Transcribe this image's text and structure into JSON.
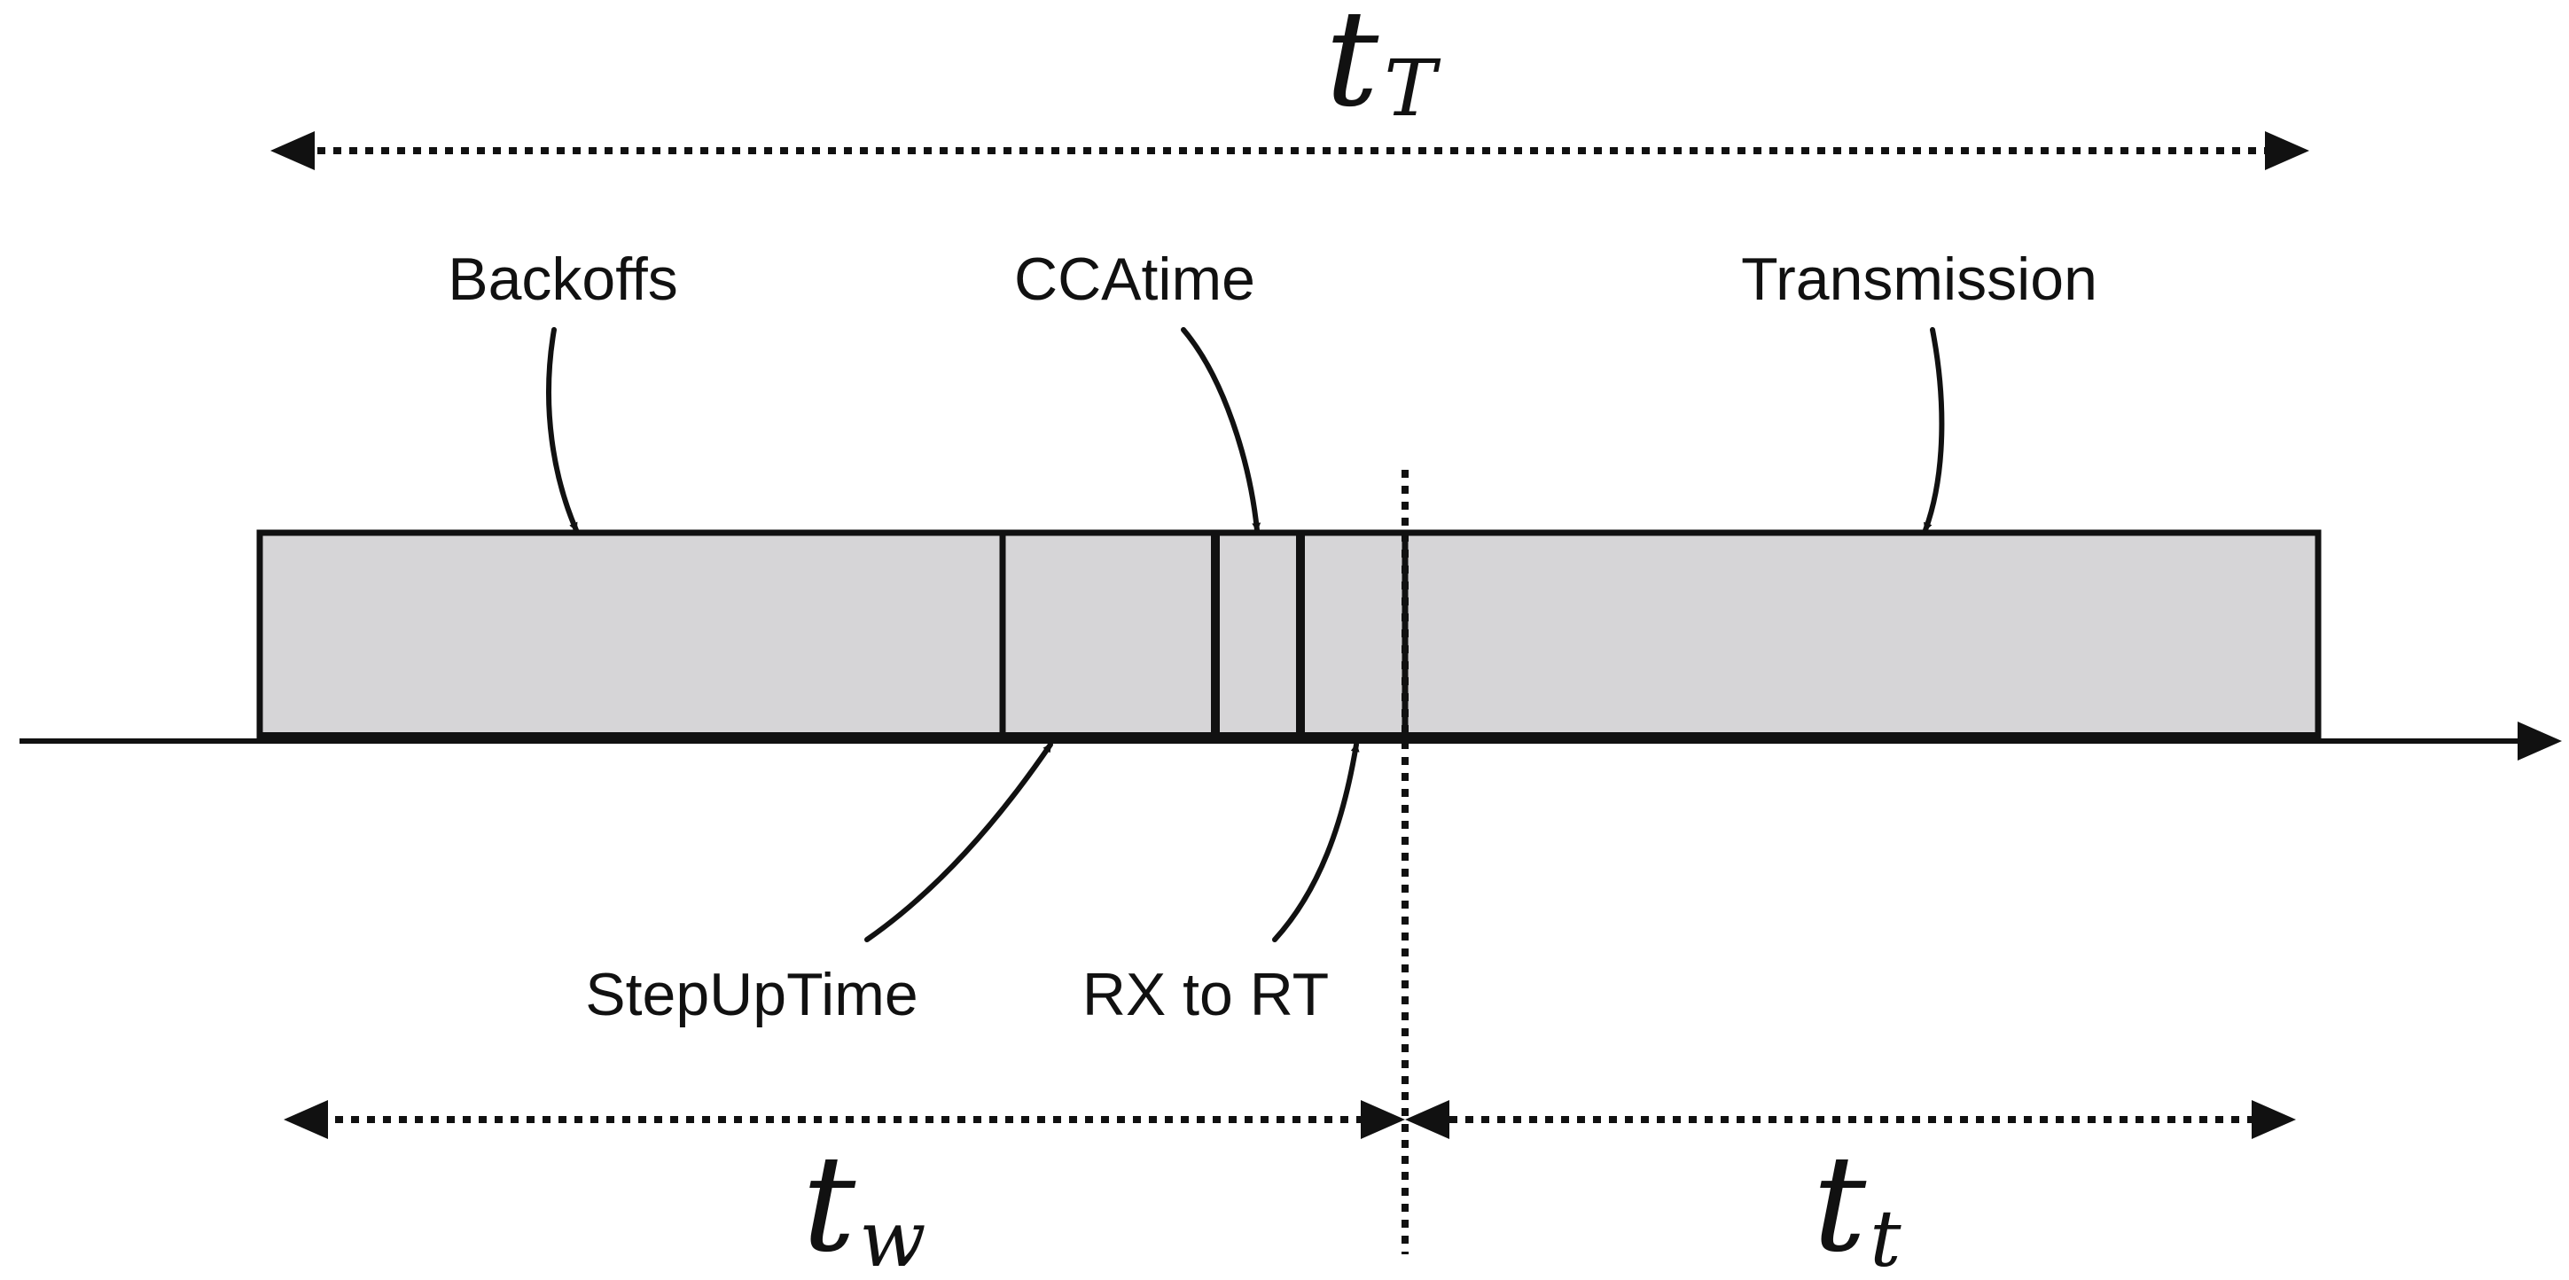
{
  "labels": {
    "backoffs": "Backoffs",
    "ccatime": "CCAtime",
    "transmission": "Transmission",
    "stepuptime": "StepUpTime",
    "rx_to_rt": "RX to RT"
  },
  "math": {
    "total": {
      "base": "t",
      "sub": "T"
    },
    "waiting": {
      "base": "t",
      "sub": "w"
    },
    "transmit": {
      "base": "t",
      "sub": "t"
    }
  },
  "colors": {
    "segment_fill": "#d6d5d7",
    "stroke": "#111111",
    "background": "#ffffff"
  }
}
